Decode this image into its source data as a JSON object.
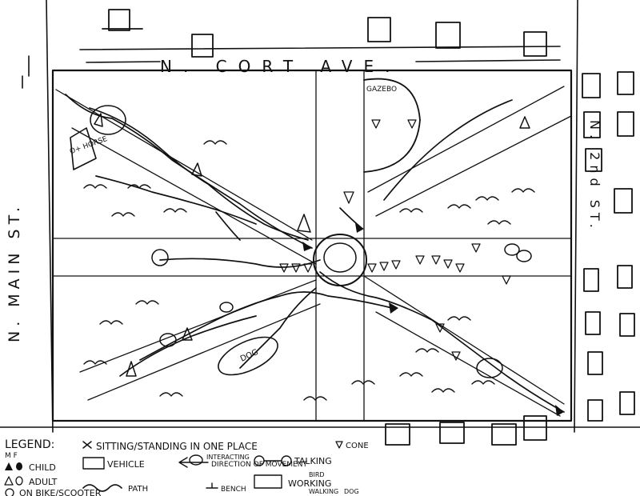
{
  "streets": {
    "top": "N. CORT AVE.",
    "left": "N. MAIN ST.",
    "right": "N. 2nd ST."
  },
  "site_labels": {
    "gazebo": "GAZEBO",
    "horse": "O+ HORSE",
    "dog": "DOG"
  },
  "legend": {
    "title": "LEGEND:",
    "mf": "M  F",
    "items": {
      "child": "CHILD",
      "adult": "ADULT",
      "bike": "ON BIKE/SCOOTER",
      "sitting": "SITTING/STANDING IN ONE PLACE",
      "cone": "CONE",
      "vehicle": "VEHICLE",
      "direction": "DIRECTION OF MOVEMENT",
      "path": "PATH",
      "bench": "BENCH",
      "interacting": "INTERACTING",
      "talking": "TALKING",
      "working": "WORKING",
      "bird": "BIRD",
      "walking": "WALKING",
      "dog_note": "DOG"
    }
  }
}
